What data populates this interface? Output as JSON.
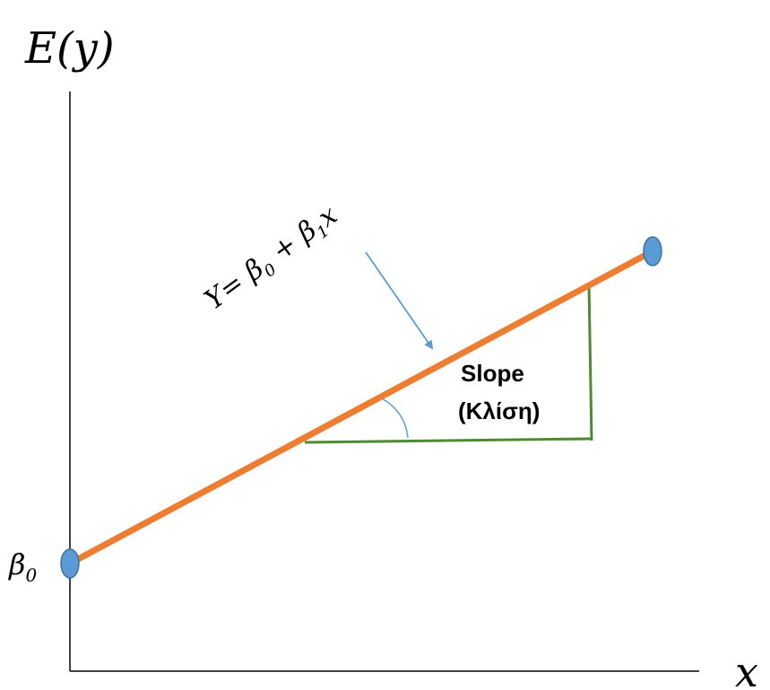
{
  "diagram": {
    "y_axis_label": "E(y)",
    "x_axis_label": "x",
    "intercept_label": "β",
    "intercept_subscript": "0",
    "equation": {
      "lhs": "Y= ",
      "beta0": "β",
      "beta0_sub": "0",
      "plus": " + ",
      "beta1": "β",
      "beta1_sub": "1",
      "var": "x"
    },
    "slope_label_line1": "Slope",
    "slope_label_line2": "(Κλίση)"
  },
  "colors": {
    "axis": "#000000",
    "regression_line": "#ed7d31",
    "endpoint_fill": "#5b9bd5",
    "endpoint_stroke": "#41719c",
    "triangle": "#4e8a2f",
    "arrow": "#5b9bd5",
    "angle_arc": "#5b9bd5"
  }
}
